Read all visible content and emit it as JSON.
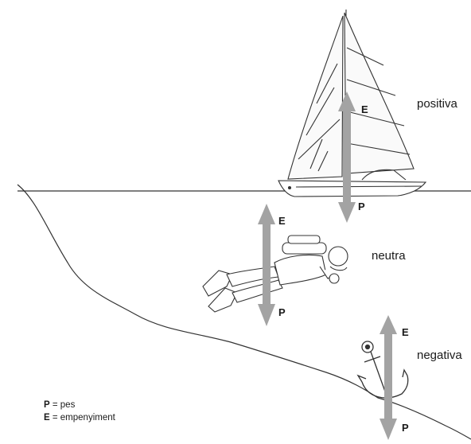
{
  "labels": {
    "boat": {
      "state": "positiva",
      "buoyancy": "E",
      "weight": "P"
    },
    "diver": {
      "state": "neutra",
      "buoyancy": "E",
      "weight": "P"
    },
    "anchor": {
      "state": "negativa",
      "buoyancy": "E",
      "weight": "P"
    }
  },
  "legend": {
    "p_key": "P",
    "p_text": "= pes",
    "e_key": "E",
    "e_text": "= empenyiment"
  },
  "colors": {
    "arrow": "#a3a3a3",
    "line": "#333333"
  }
}
